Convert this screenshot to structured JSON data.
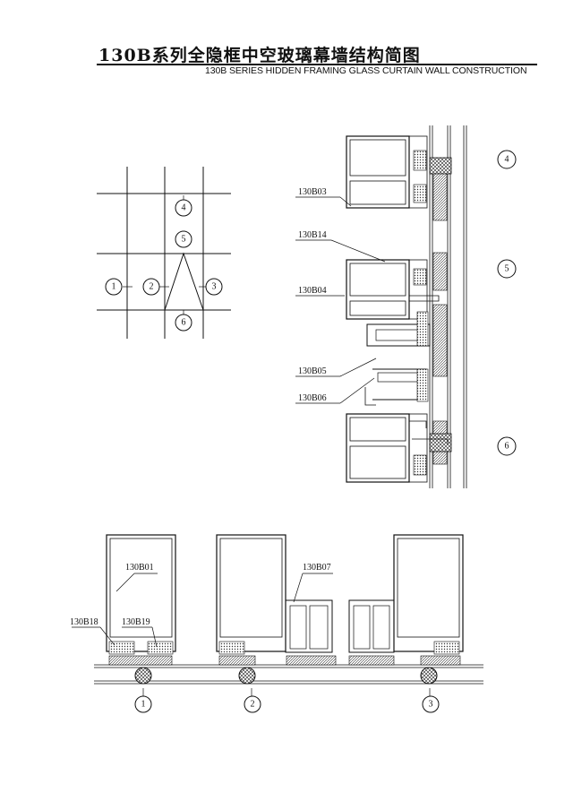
{
  "title": {
    "cn": "130B系列全隐框中空玻璃幕墙结构简图",
    "en": "130B SERIES HIDDEN FRAMING GLASS CURTAIN WALL CONSTRUCTION"
  },
  "elevation": {
    "markers": [
      "1",
      "2",
      "3",
      "4",
      "5",
      "6"
    ]
  },
  "vertical_section": {
    "callouts": [
      "4",
      "5",
      "6"
    ],
    "labels": [
      "130B03",
      "130B14",
      "130B04",
      "130B05",
      "130B06"
    ]
  },
  "horizontal_sections": {
    "labels": [
      "130B01",
      "130B18",
      "130B19",
      "130B07"
    ],
    "callouts": [
      "1",
      "2",
      "3"
    ]
  }
}
